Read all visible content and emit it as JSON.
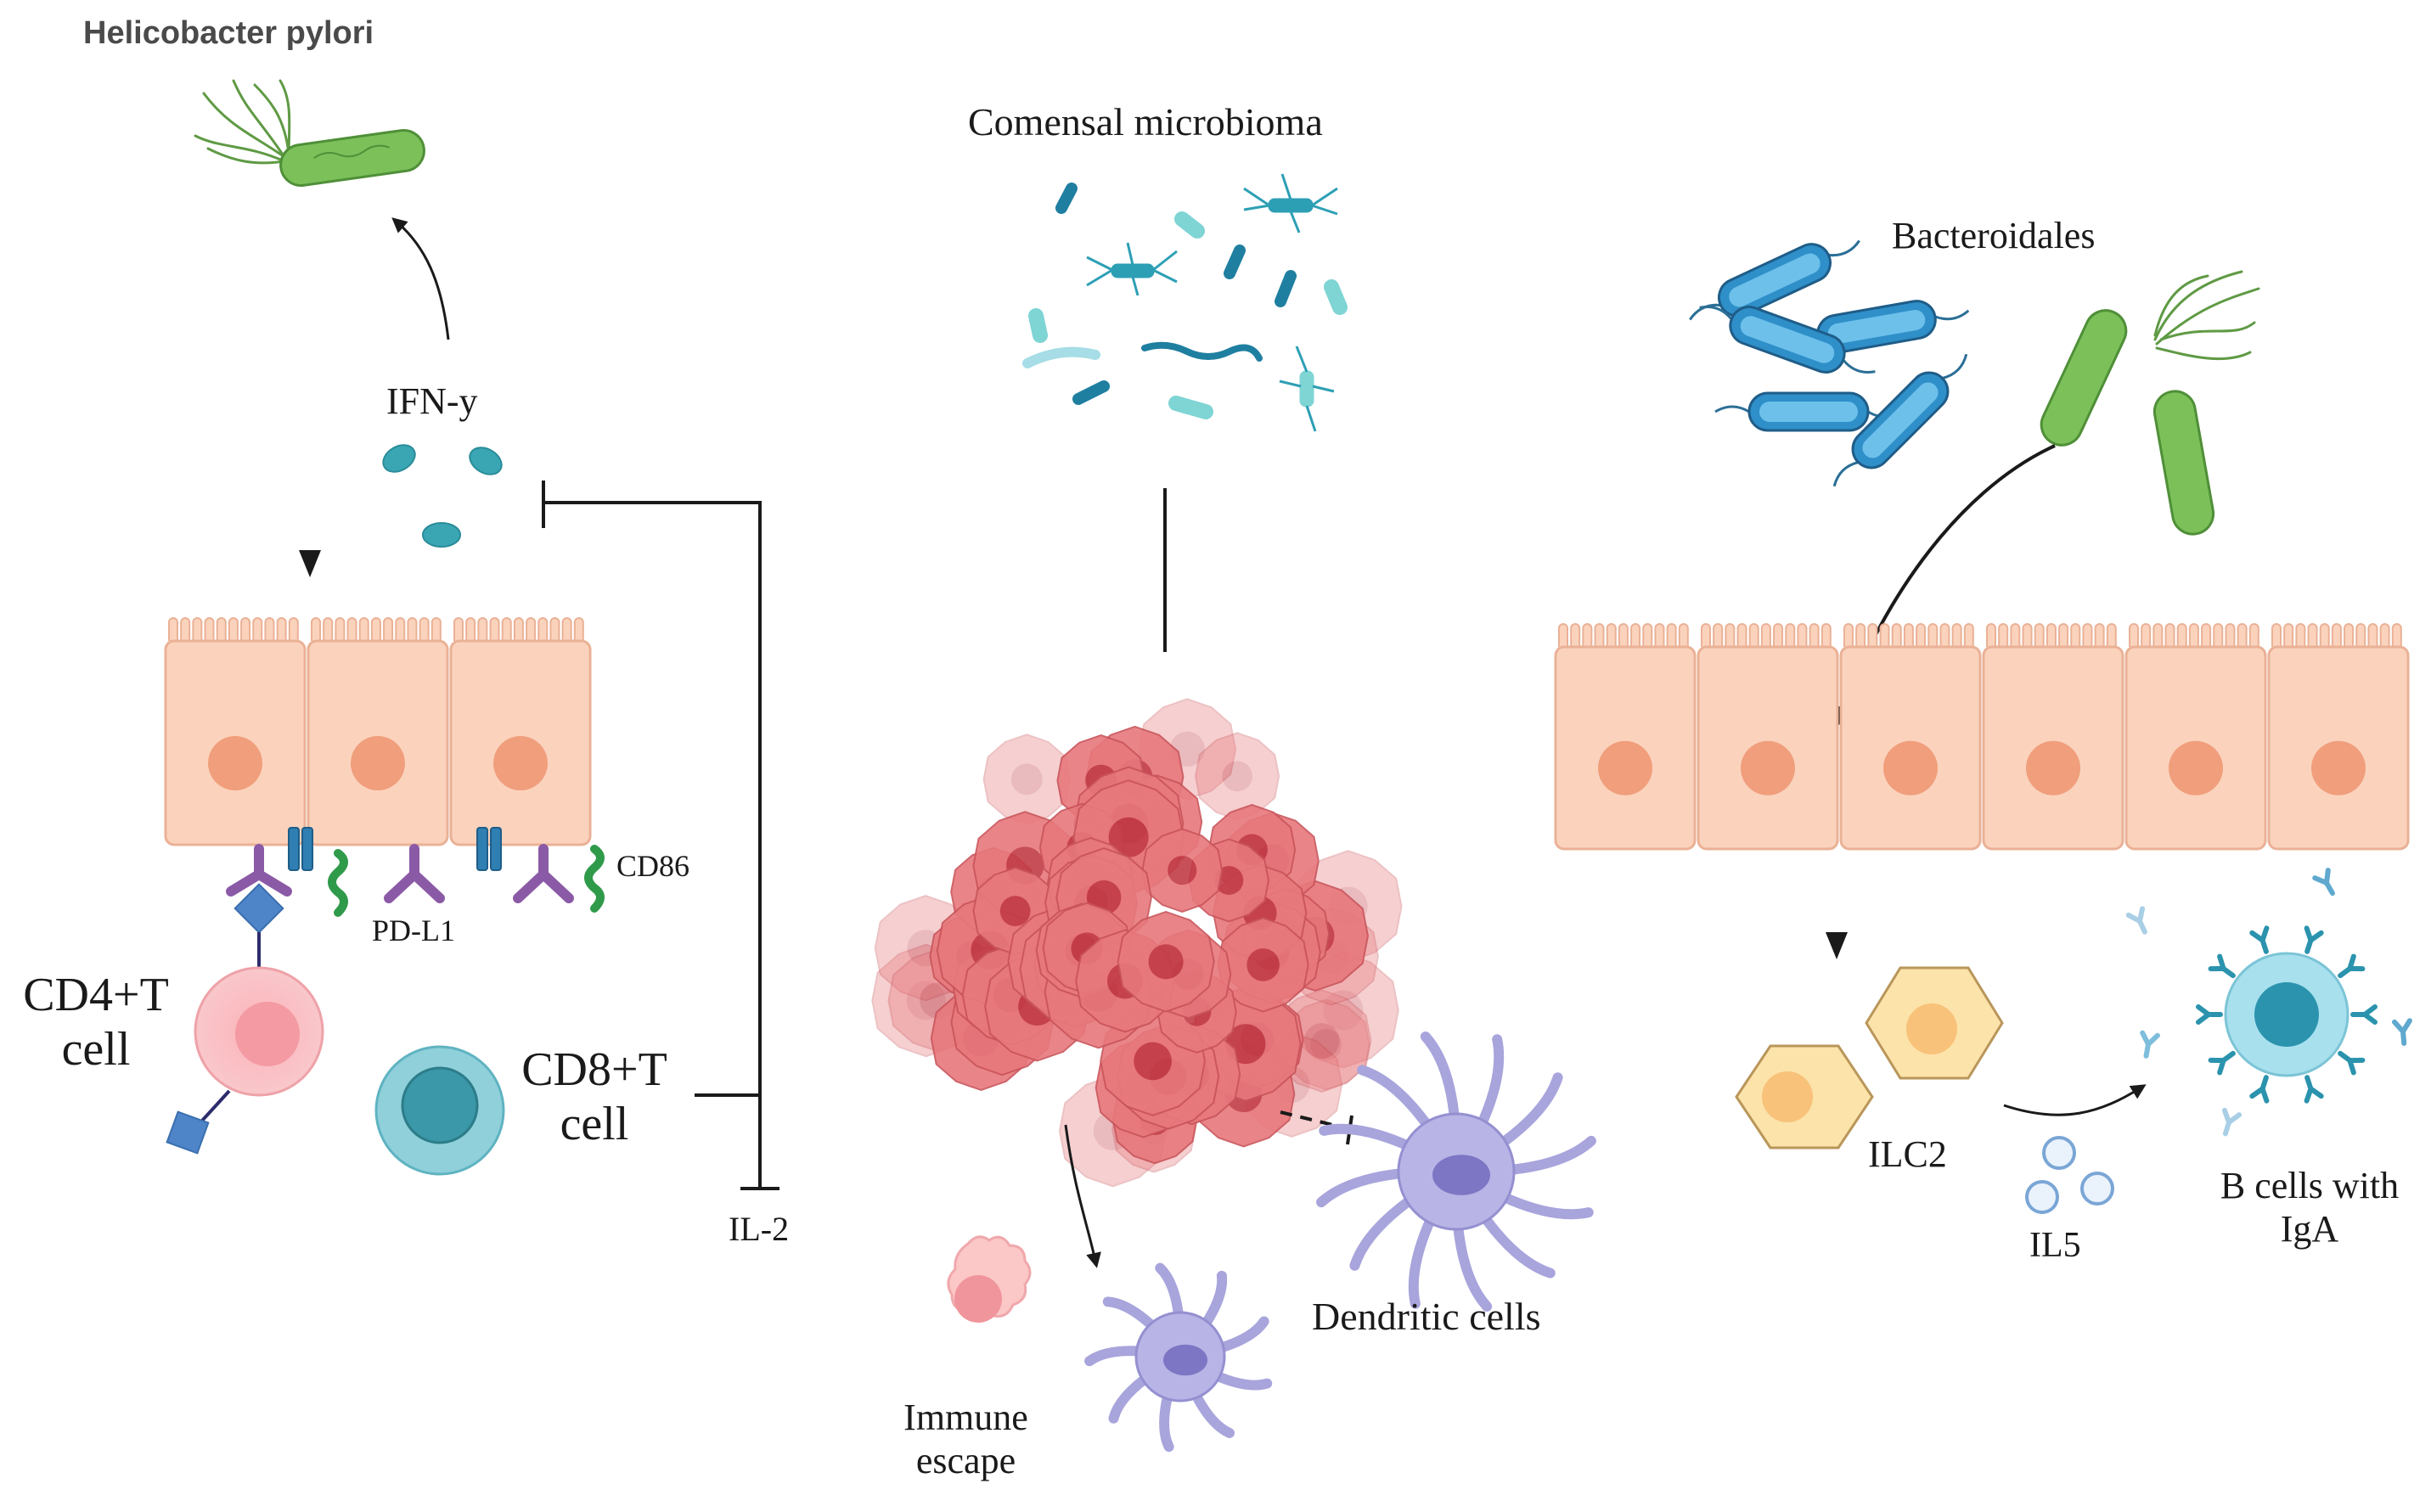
{
  "labels": {
    "helicobacter": "Helicobacter pylori",
    "ifn": "IFN-y",
    "cd86": "CD86",
    "pdl1": "PD-L1",
    "cd4_line1": "CD4+T",
    "cd4_line2": "cell",
    "cd8_line1": "CD8+T",
    "cd8_line2": "cell",
    "il2": "IL-2",
    "commensal": "Comensal microbioma",
    "immune_line1": "Immune",
    "immune_line2": "escape",
    "dendritic": "Dendritic cells",
    "bacteroidales": "Bacteroidales",
    "ilc2": "ILC2",
    "il5": "IL5",
    "bcells_line1": "B cells with",
    "bcells_line2": "IgA"
  },
  "colors": {
    "epithelium_fill": "#fbd3bd",
    "epithelium_stroke": "#eab196",
    "nucleus": "#f09e7c",
    "bacteria_green": "#6fb44a",
    "bacteria_blue": "#2f8fc9",
    "tumor": "#d9575c",
    "dendritic": "#a8a4dc",
    "cd4_cell": "#f7b3b8",
    "cd8_cell": "#4aa6b3",
    "ilc2": "#f8dda0",
    "bcell": "#8fd2e6",
    "receptor_purple": "#8b5aa6",
    "receptor_blue": "#4e85c9",
    "arrow": "#1a1a1a"
  },
  "icons": [
    "helicobacter-icon",
    "ifn-molecule-icon",
    "commensal-bacteria-icon",
    "bacteroidales-icon",
    "tumor-mass-icon",
    "dendritic-cell-icon",
    "immune-cell-icon",
    "ilc2-cell-icon",
    "b-cell-icon",
    "antibody-icon",
    "il5-molecule-icon"
  ]
}
